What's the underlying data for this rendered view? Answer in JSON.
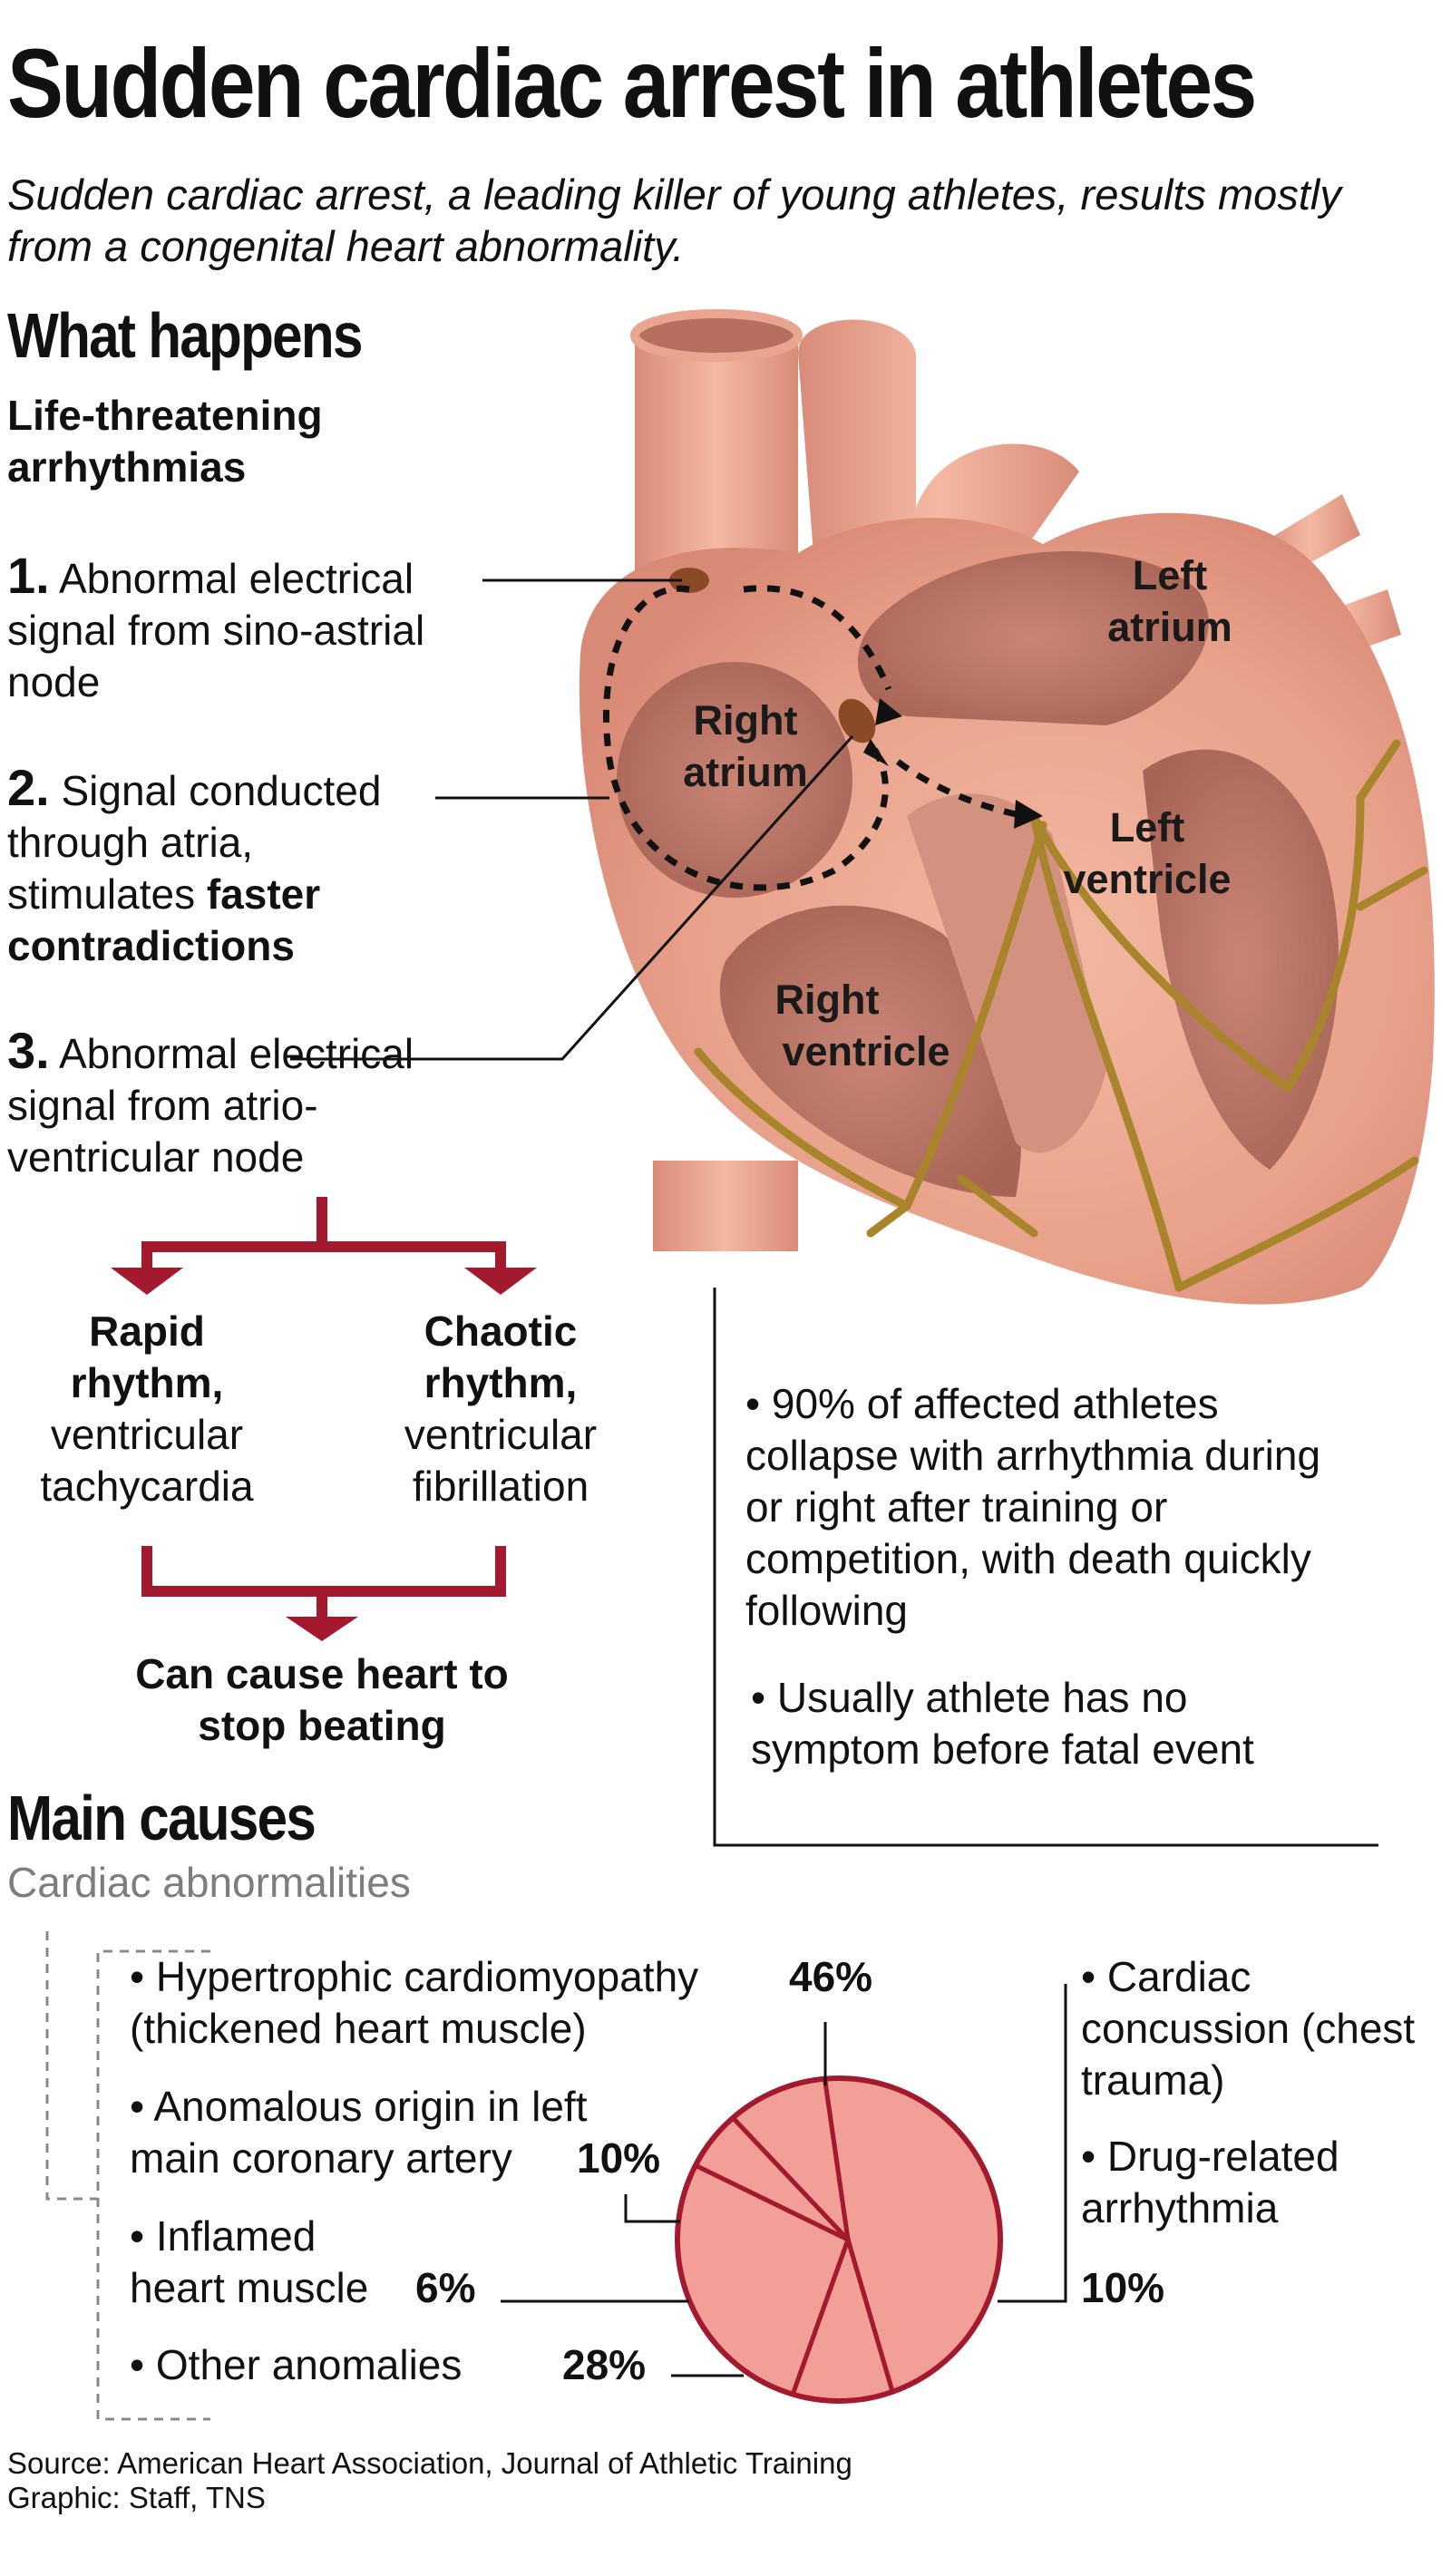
{
  "title": "Sudden cardiac arrest in athletes",
  "subtitle": "Sudden cardiac arrest, a leading killer of young athletes, results mostly from a congenital heart abnormality.",
  "what_happens": {
    "heading": "What happens",
    "subheading": "Life-threatening arrhythmias",
    "steps": [
      {
        "num": "1.",
        "text": "Abnormal electrical signal from sino-astrial node"
      },
      {
        "num": "2.",
        "text_pre": "Signal conducted through atria, stimulates ",
        "text_bold": "faster contradictions"
      },
      {
        "num": "3.",
        "text": "Abnormal electrical signal from atrio-ventricular node"
      }
    ],
    "outcomes": [
      {
        "bold": "Rapid rhythm,",
        "text": "ventricular tachycardia"
      },
      {
        "bold": "Chaotic rhythm,",
        "text": "ventricular fibrillation"
      }
    ],
    "result": "Can cause heart to stop beating"
  },
  "heart_labels": {
    "left_atrium": "Left atrium",
    "right_atrium": "Right atrium",
    "left_ventricle": "Left ventricle",
    "right_ventricle": "Right ventricle"
  },
  "facts": [
    "• 90% of affected athletes collapse with arrhythmia during or right after training or competition, with death quickly following",
    "• Usually athlete has no symptom before fatal event"
  ],
  "main_causes": {
    "heading": "Main causes",
    "category": "Cardiac abnormalities",
    "items": [
      {
        "label_line1": "• Hypertrophic cardiomyopathy",
        "label_line2": "(thickened heart muscle)",
        "pct": "46%"
      },
      {
        "label_line1": "• Anomalous origin in left",
        "label_line2": "main coronary artery",
        "pct": "10%"
      },
      {
        "label_line1": "• Inflamed",
        "label_line2": "heart muscle",
        "pct": "6%"
      },
      {
        "label_line1": "• Other anomalies",
        "label_line2": "",
        "pct": "28%"
      }
    ],
    "other_items": [
      "• Cardiac concussion (chest trauma)",
      "• Drug-related arrhythmia"
    ],
    "other_pct": "10%"
  },
  "chart_data": {
    "type": "pie",
    "slices": [
      {
        "label": "Hypertrophic cardiomyopathy",
        "value": 46
      },
      {
        "label": "Cardiac concussion / Drug-related arrhythmia",
        "value": 10
      },
      {
        "label": "Other anomalies",
        "value": 28
      },
      {
        "label": "Inflamed heart muscle",
        "value": 6
      },
      {
        "label": "Anomalous origin in left main coronary artery",
        "value": 10
      }
    ],
    "fill": "#f2a097",
    "stroke": "#a3192e"
  },
  "colors": {
    "accent": "#a3192e",
    "heart": "#e9a58f",
    "nerve": "#a8852a"
  },
  "footer": {
    "source": "Source: American Heart Association, Journal of Athletic Training",
    "graphic": "Graphic: Staff, TNS"
  }
}
